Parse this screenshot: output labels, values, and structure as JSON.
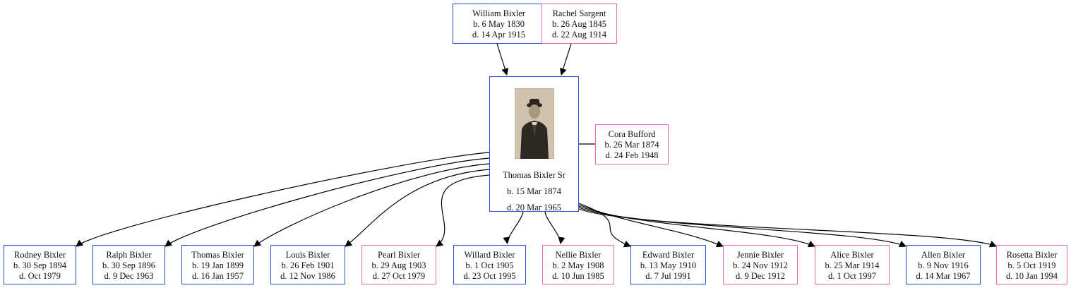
{
  "colors": {
    "male": "#2a4fd0",
    "female": "#e06bbd",
    "edge": "#000000"
  },
  "parents": {
    "father": {
      "name": "William Bixler",
      "born": "b. 6 May 1830",
      "died": "d. 14 Apr 1915"
    },
    "mother": {
      "name": "Rachel Sargent",
      "born": "b. 26 Aug 1845",
      "died": "d. 22 Aug 1914"
    }
  },
  "subject": {
    "name": "Thomas Bixler Sr",
    "born": "b. 15 Mar 1874",
    "died": "d. 20 Mar 1965",
    "photo_icon": "portrait-photo"
  },
  "spouse": {
    "name": "Cora Bufford",
    "born": "b. 26 Mar 1874",
    "died": "d. 24 Feb 1948"
  },
  "children": [
    {
      "name": "Rodney Bixler",
      "born": "b. 30 Sep 1894",
      "died": "d. Oct 1979",
      "sex": "male"
    },
    {
      "name": "Ralph Bixler",
      "born": "b. 30 Sep 1896",
      "died": "d. 9 Dec 1963",
      "sex": "male"
    },
    {
      "name": "Thomas Bixler",
      "born": "b. 19 Jan 1899",
      "died": "d. 16 Jan 1957",
      "sex": "male"
    },
    {
      "name": "Louis Bixler",
      "born": "b. 26 Feb 1901",
      "died": "d. 12 Nov 1986",
      "sex": "male"
    },
    {
      "name": "Pearl Bixler",
      "born": "b. 29 Aug 1903",
      "died": "d. 27 Oct 1979",
      "sex": "female"
    },
    {
      "name": "Willard Bixler",
      "born": "b. 1 Oct 1905",
      "died": "d. 23 Oct 1995",
      "sex": "male"
    },
    {
      "name": "Nellie Bixler",
      "born": "b. 2 May 1908",
      "died": "d. 10 Jun 1985",
      "sex": "female"
    },
    {
      "name": "Edward Bixler",
      "born": "b. 13 May 1910",
      "died": "d. 7 Jul 1991",
      "sex": "male"
    },
    {
      "name": "Jennie Bixler",
      "born": "b. 24 Nov 1912",
      "died": "d. 9 Dec 1912",
      "sex": "female"
    },
    {
      "name": "Alice Bixler",
      "born": "b. 25 Mar 1914",
      "died": "d. 1 Oct 1997",
      "sex": "female"
    },
    {
      "name": "Allen Bixler",
      "born": "b. 9 Nov 1916",
      "died": "d. 14 Mar 1967",
      "sex": "male"
    },
    {
      "name": "Rosetta Bixler",
      "born": "b. 5 Oct 1919",
      "died": "d. 10 Jan 1994",
      "sex": "female"
    }
  ]
}
